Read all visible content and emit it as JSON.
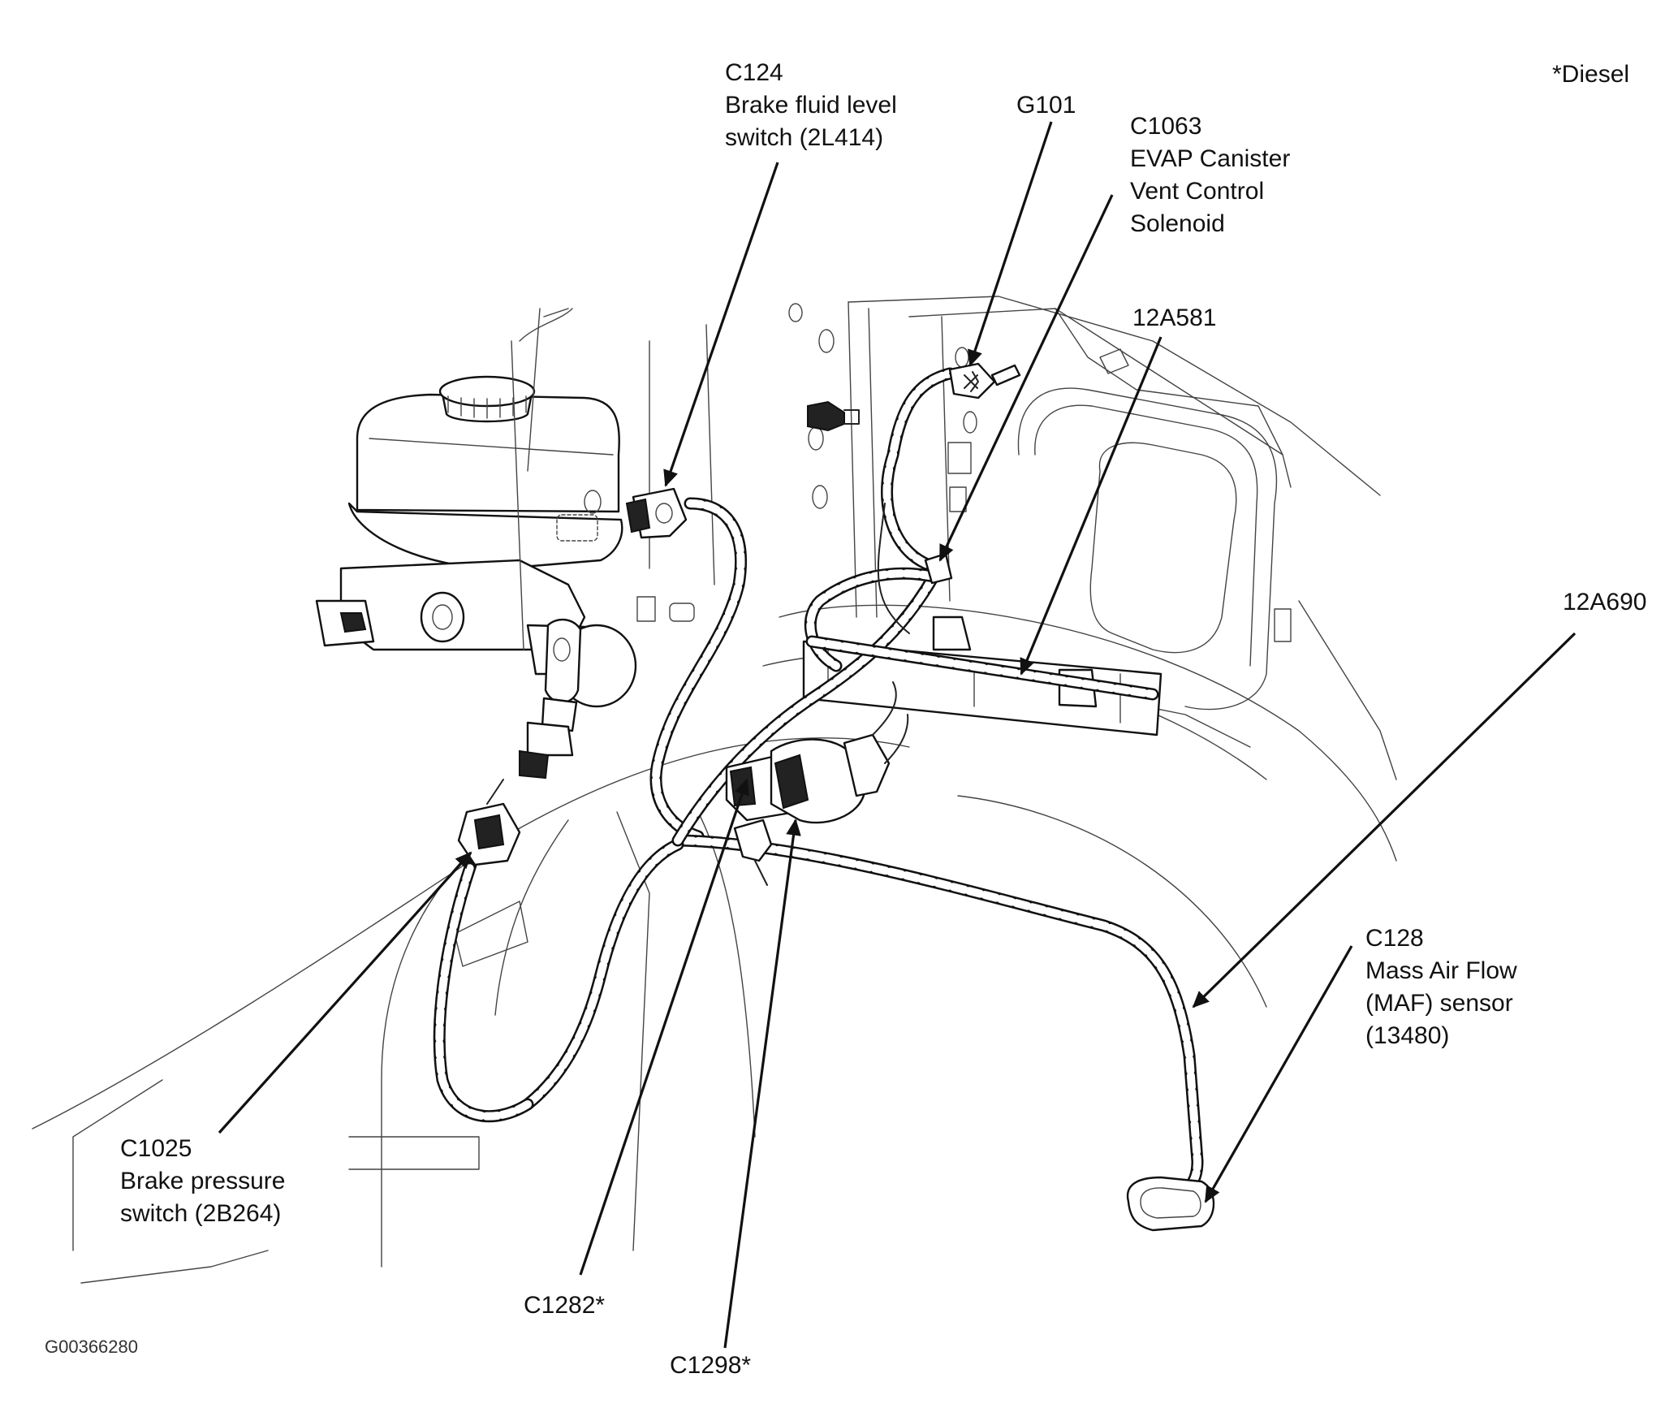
{
  "labels": {
    "c124": {
      "id": "C124",
      "line1": "Brake fluid level",
      "line2": "switch (2L414)"
    },
    "g101": {
      "id": "G101"
    },
    "c1063": {
      "id": "C1063",
      "line1": "EVAP Canister",
      "line2": "Vent Control",
      "line3": "Solenoid"
    },
    "diesel_note": "*Diesel",
    "harness_12a581": "12A581",
    "harness_12a690": "12A690",
    "c128": {
      "id": "C128",
      "line1": "Mass Air Flow",
      "line2": "(MAF) sensor",
      "line3": "(13480)"
    },
    "c1025": {
      "id": "C1025",
      "line1": "Brake pressure",
      "line2": "switch (2B264)"
    },
    "c1282": "C1282*",
    "c1298": "C1298*",
    "figure_code": "G00366280"
  }
}
